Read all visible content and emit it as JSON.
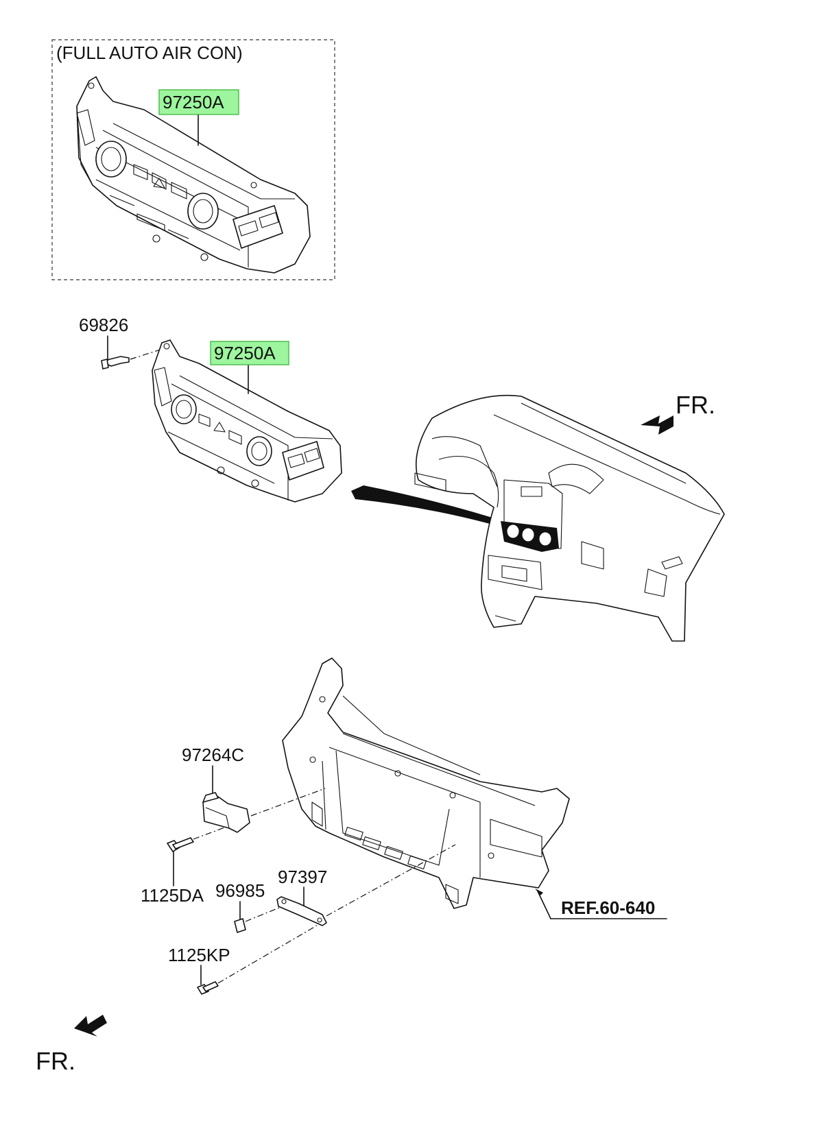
{
  "variant_label": "(FULL AUTO AIR CON)",
  "parts": {
    "control_top": "97250A",
    "control_mid": "97250A",
    "screw_top": "69826",
    "sensor": "97264C",
    "bolt_sensor": "1125DA",
    "clip": "96985",
    "bracket": "97397",
    "bolt_bracket": "1125KP"
  },
  "reference": "REF.60-640",
  "front_indicator_top": "FR.",
  "front_indicator_bottom": "FR.",
  "colors": {
    "highlight_fill": "#9df59d",
    "highlight_border": "#4fbf4f",
    "line": "#111111"
  }
}
